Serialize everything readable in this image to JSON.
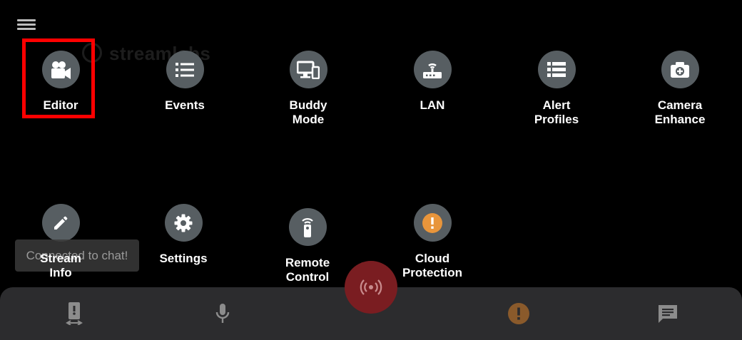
{
  "watermark": {
    "text": "streamlabs"
  },
  "grid": {
    "editor": {
      "label": "Editor",
      "icon": "video-camera-icon"
    },
    "events": {
      "label": "Events",
      "icon": "list-icon"
    },
    "buddy_mode": {
      "label_line1": "Buddy",
      "label_line2": "Mode",
      "icon": "monitor-phone-icon"
    },
    "lan": {
      "label": "LAN",
      "icon": "router-icon"
    },
    "alert_profiles": {
      "label_line1": "Alert",
      "label_line2": "Profiles",
      "icon": "alert-list-icon"
    },
    "camera_enhance": {
      "label_line1": "Camera",
      "label_line2": "Enhance",
      "icon": "camera-plus-icon"
    },
    "stream_info": {
      "label_line1": "Stream",
      "label_line2": "Info",
      "icon": "pencil-icon"
    },
    "settings": {
      "label": "Settings",
      "icon": "gear-icon"
    },
    "remote_control": {
      "label_line1": "Remote",
      "label_line2": "Control",
      "icon": "remote-icon"
    },
    "cloud_protection": {
      "label_line1": "Cloud",
      "label_line2": "Protection",
      "icon": "warning-icon"
    }
  },
  "toast": {
    "text": "Connected to chat!"
  },
  "colors": {
    "tile_bg": "#575e62",
    "highlight": "#ff0000",
    "warning_orange": "#e8953b",
    "live_red": "#7a1d21",
    "bar_bg": "#2c2c2e"
  }
}
